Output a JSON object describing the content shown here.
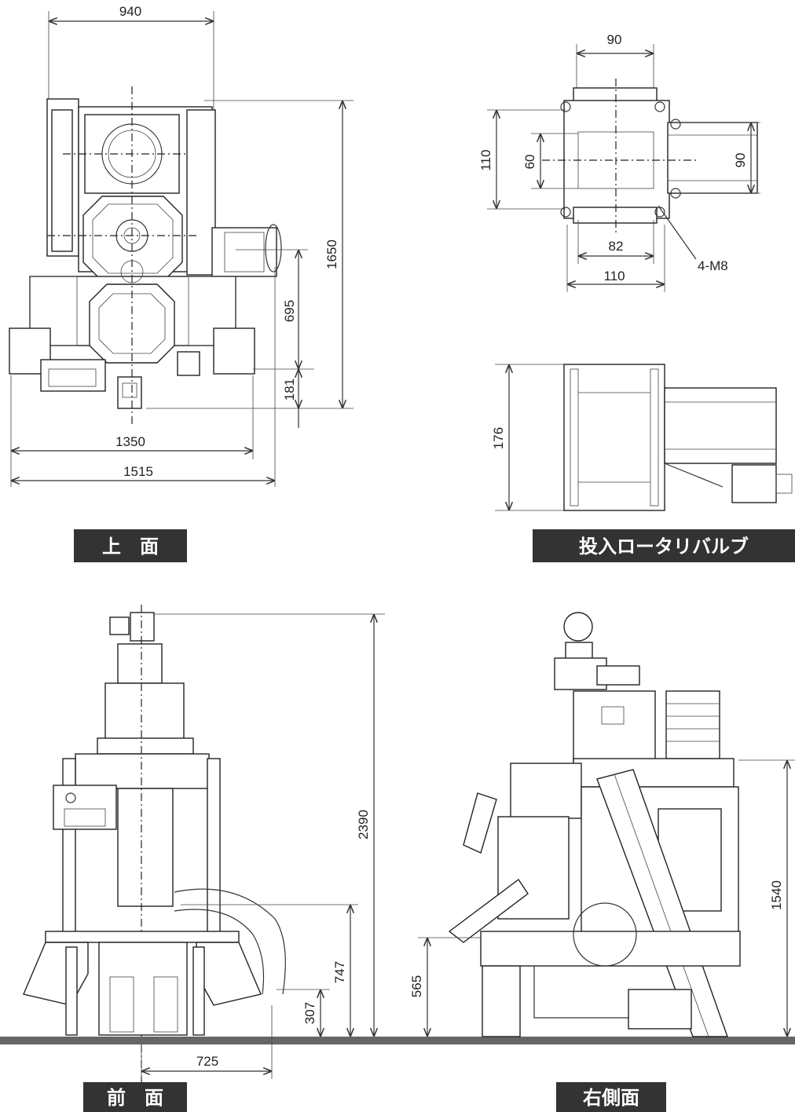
{
  "views": {
    "top": {
      "label": "上　面",
      "dims": {
        "width_top": "940",
        "height_total": "1650",
        "height_mid": "695",
        "height_low": "181",
        "width_1": "1350",
        "width_2": "1515"
      }
    },
    "valve": {
      "label": "投入ロータリバルブ",
      "dims": {
        "top_width": "90",
        "left_outer": "110",
        "left_inner": "60",
        "right_h": "90",
        "inner_w": "82",
        "outer_w": "110",
        "bolt": "4-M8",
        "side_h": "176"
      }
    },
    "front": {
      "label": "前　面",
      "dims": {
        "height_total": "2390",
        "height_mid": "747",
        "height_low": "307",
        "offset": "725"
      }
    },
    "right": {
      "label": "右側面",
      "dims": {
        "height_left": "565",
        "height_right": "1540"
      }
    }
  }
}
